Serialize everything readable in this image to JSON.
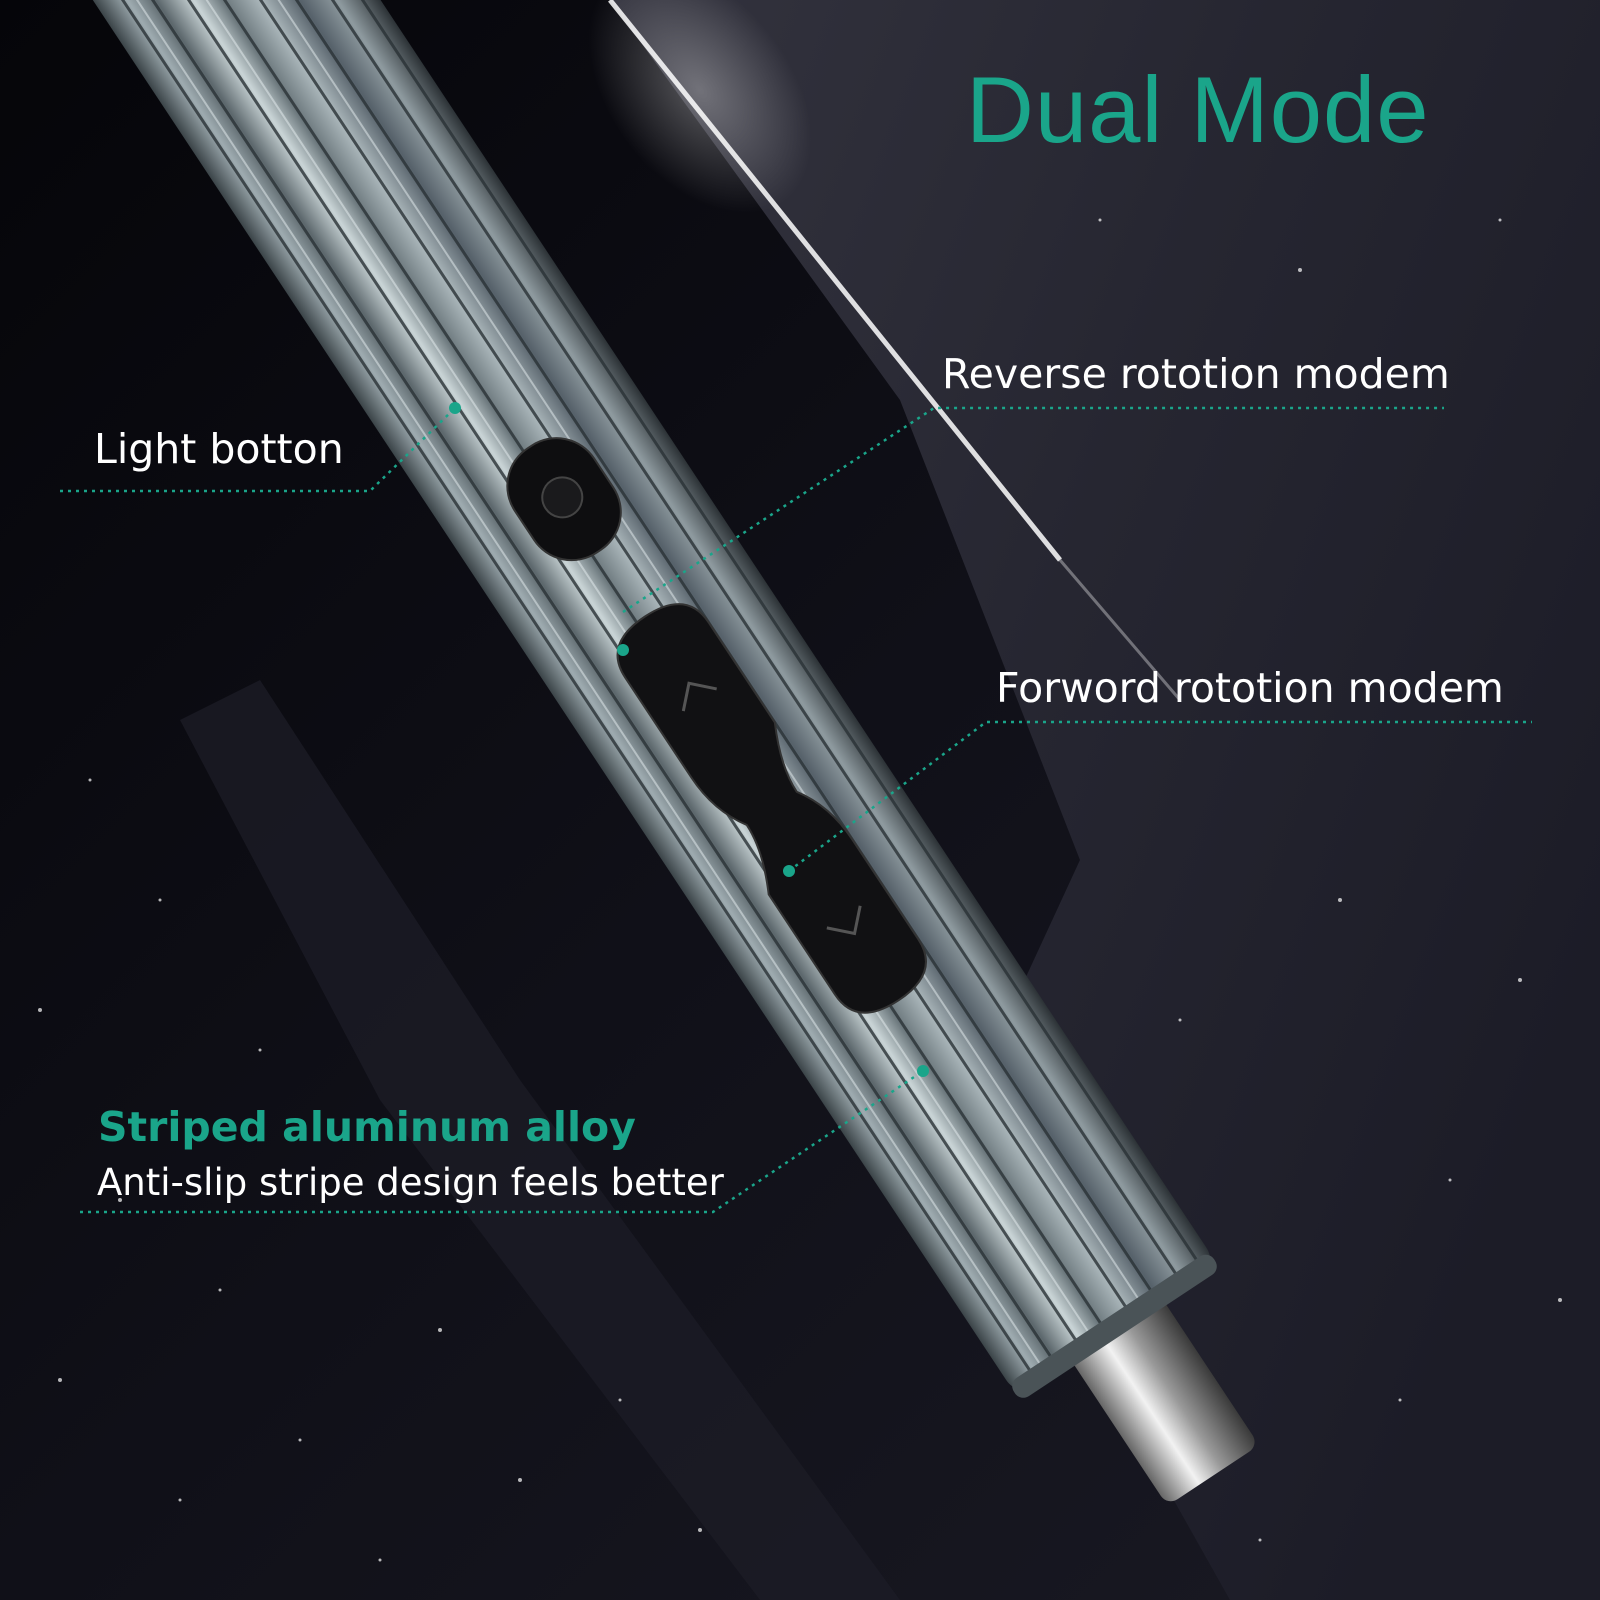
{
  "title": "Dual Mode",
  "callouts": {
    "light_button": "Light botton",
    "reverse_mode": "Reverse rototion modem",
    "forward_mode": "Forword rototion modem",
    "material_title": "Striped aluminum alloy",
    "material_desc": "Anti-slip stripe design feels better"
  },
  "colors": {
    "accent": "#1aa58a",
    "label_text": "#ffffff",
    "background": "#0b0b14"
  },
  "image_subject": "electric-screwdriver-pen"
}
